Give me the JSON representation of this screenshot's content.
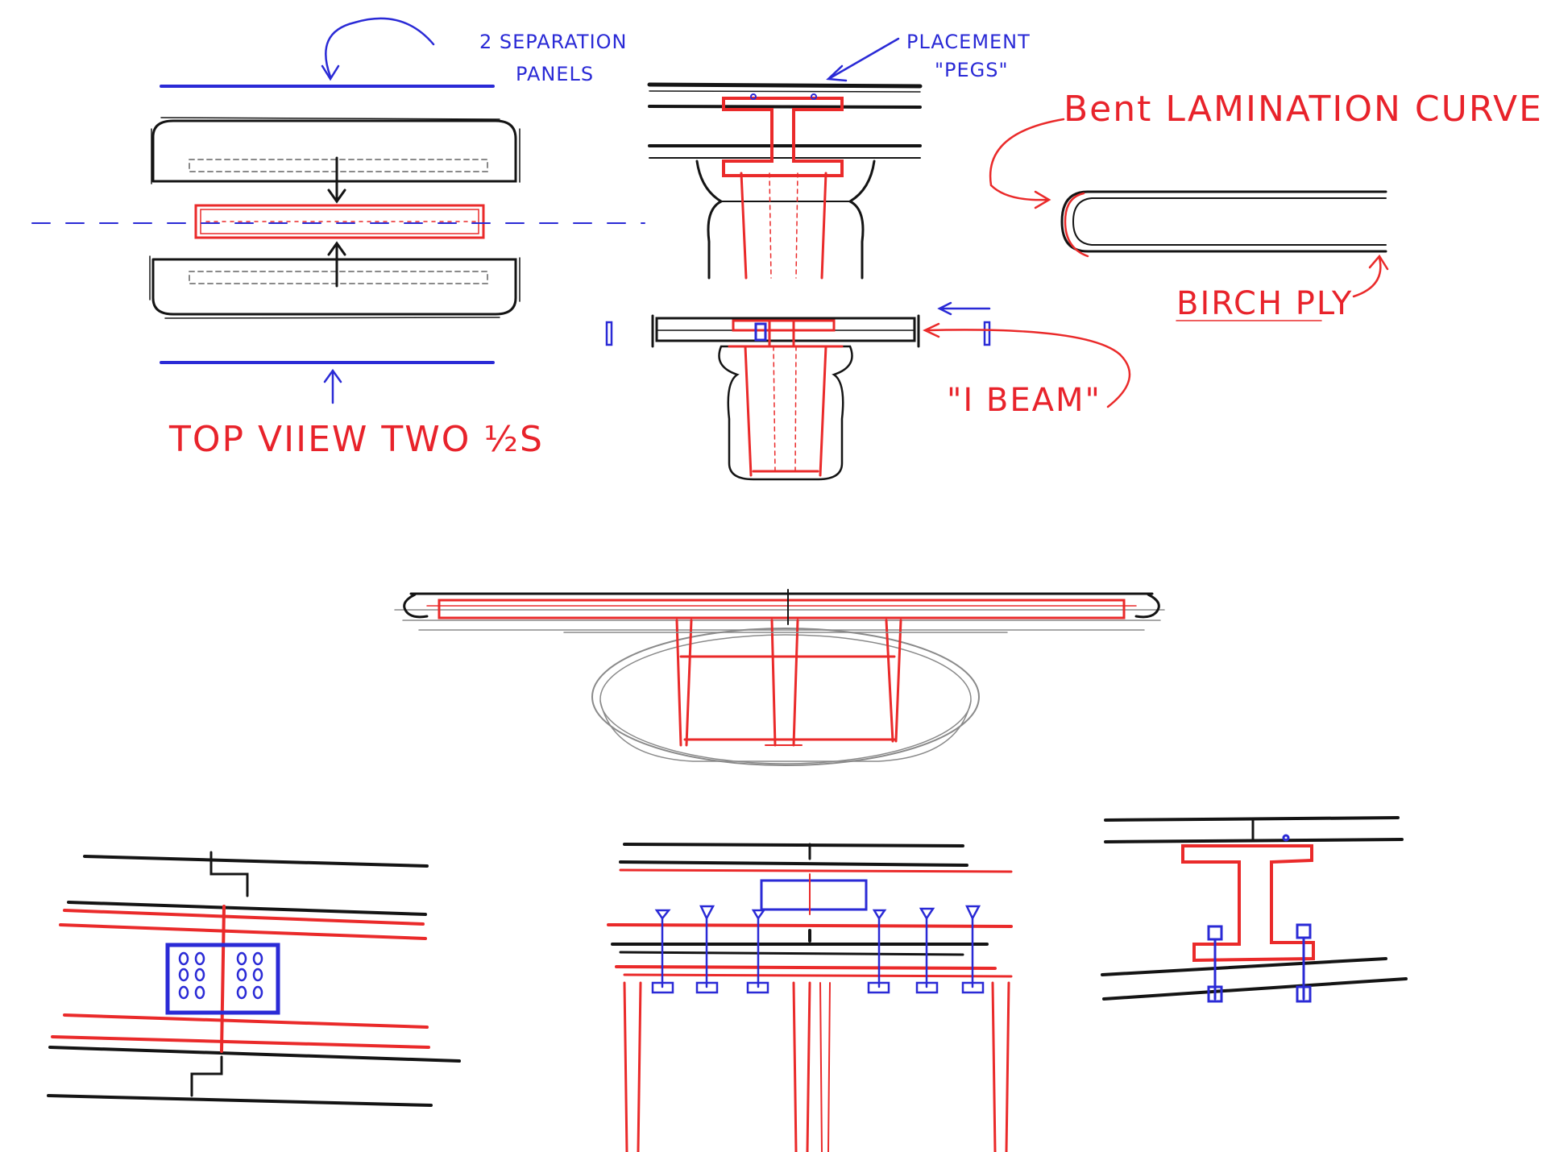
{
  "labels": {
    "separation_panels_line1": "2 SEPARATION",
    "separation_panels_line2": "PANELS",
    "placement_pegs_line1": "PLACEMENT",
    "placement_pegs_line2": "\"PEGS\"",
    "bent_lamination": "Bent LAMINATION CURVE",
    "birch_ply": "BIRCH PLY",
    "i_beam": "\"I BEAM\"",
    "top_view": "TOP VIIEW TWO ½S"
  },
  "colors": {
    "ink": "#141414",
    "red": "#ea2a2a",
    "blue": "#2a2ad6",
    "paper": "#ffffff"
  }
}
